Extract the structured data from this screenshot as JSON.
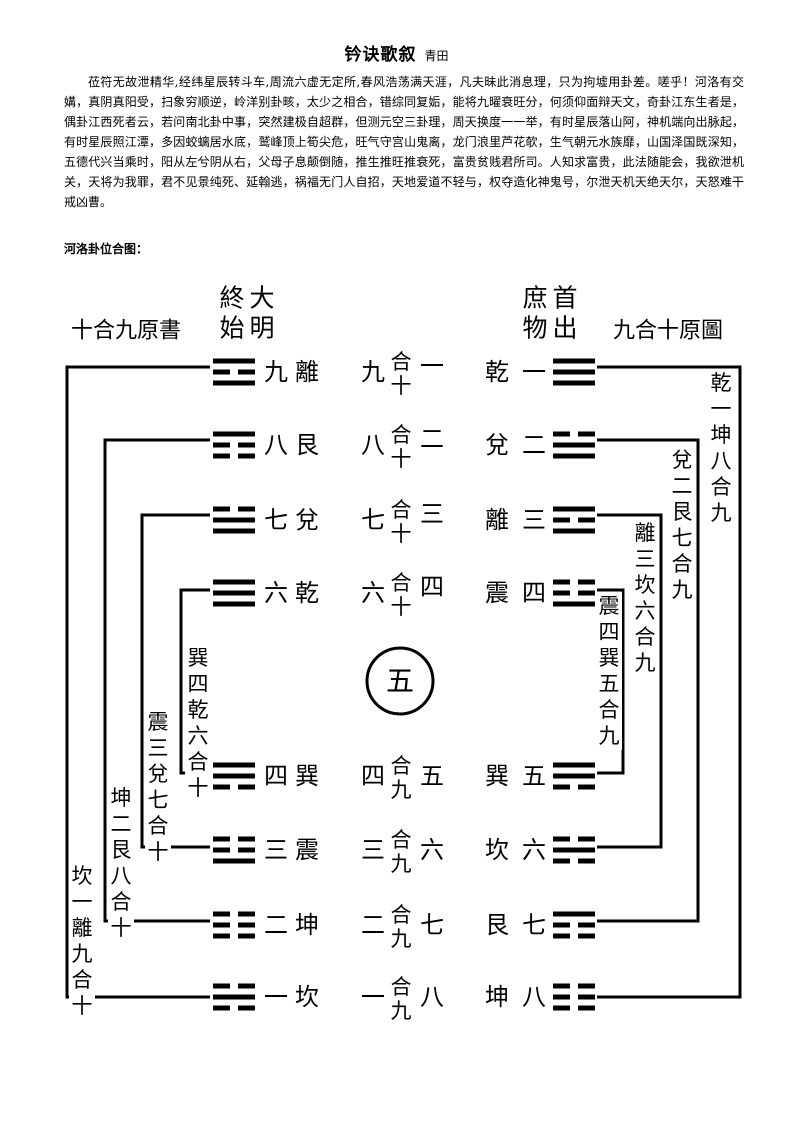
{
  "document": {
    "title": "钤诀歌叙",
    "author": "青田",
    "paragraph": "莅符无故泄精华,经纬星辰转斗车,周流六虚无定所,春风浩荡满天涯，凡夫昧此消息理，只为拘墟用卦差。嗟乎！河洛有交媾，真阴真阳受，扫象穷顺逆，岭洋别卦畡，太少之相合，错综同复姤，能将九曜衰旺分，何须仰面辩天文，奇卦江东生者是，偶卦江西死者云，若问南北卦中事，突然建极自超群，但测元空三卦理，周天换度一一举，有时星辰落山阿，神机端向出脉起，有时星辰照江潭，多因蛟螭居水底，鹫峰顶上筍尖危，旺气守宫山鬼离，龙门浪里芦花欹，生气朝元水族靡，山国泽国既深知，五德代兴当乘时，阳从左兮阴从右，父母子息颠倒随，推生推旺推衰死，富贵贫贱君所司。人知求富贵，此法随能会，我欲泄机关，天将为我罪，君不见景纯死、延翰逃，祸福无门人自招，天地爱道不轻与，权夺造化神鬼号，尔泄天机天绝天尔，天怒难干戒凶曹。",
    "diagram_title": "河洛卦位合图："
  },
  "diagram": {
    "left_heading": "十合九原書",
    "right_heading": "九合十原圖",
    "left_column_header": [
      "終始",
      "大明"
    ],
    "right_column_header": [
      "庶物",
      "首出"
    ],
    "center_label": "五",
    "left_rows": [
      {
        "trigram": "離",
        "number": "九",
        "lines": [
          1,
          0,
          1
        ]
      },
      {
        "trigram": "艮",
        "number": "八",
        "lines": [
          1,
          0,
          0
        ]
      },
      {
        "trigram": "兌",
        "number": "七",
        "lines": [
          0,
          1,
          1
        ]
      },
      {
        "trigram": "乾",
        "number": "六",
        "lines": [
          1,
          1,
          1
        ]
      },
      {
        "trigram": "巽",
        "number": "四",
        "lines": [
          1,
          1,
          0
        ]
      },
      {
        "trigram": "震",
        "number": "三",
        "lines": [
          0,
          0,
          1
        ]
      },
      {
        "trigram": "坤",
        "number": "二",
        "lines": [
          0,
          0,
          0
        ]
      },
      {
        "trigram": "坎",
        "number": "一",
        "lines": [
          0,
          1,
          0
        ]
      }
    ],
    "middle_rows": [
      {
        "left": "九",
        "he": "合",
        "below": "十",
        "right": "一"
      },
      {
        "left": "八",
        "he": "合",
        "below": "十",
        "right": "二"
      },
      {
        "left": "七",
        "he": "合",
        "below": "十",
        "right": "三"
      },
      {
        "left": "六",
        "he": "合",
        "below": "十",
        "right": "四"
      },
      {
        "left": "四",
        "he": "合",
        "below": "九",
        "right": "五"
      },
      {
        "left": "三",
        "he": "合",
        "below": "九",
        "right": "六"
      },
      {
        "left": "二",
        "he": "合",
        "below": "九",
        "right": "七"
      },
      {
        "left": "一",
        "he": "合",
        "below": "九",
        "right": "八"
      }
    ],
    "right_rows": [
      {
        "trigram": "乾",
        "number": "一",
        "lines": [
          1,
          1,
          1
        ]
      },
      {
        "trigram": "兌",
        "number": "二",
        "lines": [
          0,
          1,
          1
        ]
      },
      {
        "trigram": "離",
        "number": "三",
        "lines": [
          1,
          0,
          1
        ]
      },
      {
        "trigram": "震",
        "number": "四",
        "lines": [
          0,
          0,
          1
        ]
      },
      {
        "trigram": "巽",
        "number": "五",
        "lines": [
          1,
          1,
          0
        ]
      },
      {
        "trigram": "坎",
        "number": "六",
        "lines": [
          0,
          1,
          0
        ]
      },
      {
        "trigram": "艮",
        "number": "七",
        "lines": [
          1,
          0,
          0
        ]
      },
      {
        "trigram": "坤",
        "number": "八",
        "lines": [
          0,
          0,
          0
        ]
      }
    ],
    "left_connector_labels": [
      "坎一離九合十",
      "坤二艮八合十",
      "震三兌七合十",
      "巽四乾六合十"
    ],
    "right_connector_labels": [
      "乾一坤八合九",
      "兌二艮七合九",
      "離三坎六合九",
      "震四巽五合九"
    ]
  }
}
